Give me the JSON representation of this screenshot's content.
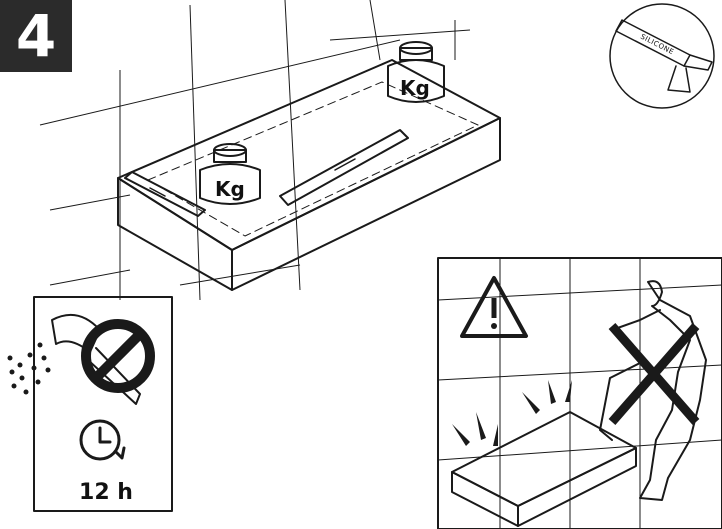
{
  "step": {
    "number": "4"
  },
  "weights": {
    "label": "Kg"
  },
  "silicone_tube": {
    "label": "SILICONE",
    "icon": "silicone-gun-icon"
  },
  "cure_panel": {
    "duration": "12 h",
    "icons": [
      "no-shower-icon",
      "clock-icon"
    ]
  },
  "warning_panel": {
    "icons": [
      "warning-triangle-icon",
      "cross-icon"
    ]
  },
  "colors": {
    "ink": "#1a1a1a",
    "weight_fill": "#8c8c8c",
    "badge": "#2b2b2b"
  }
}
